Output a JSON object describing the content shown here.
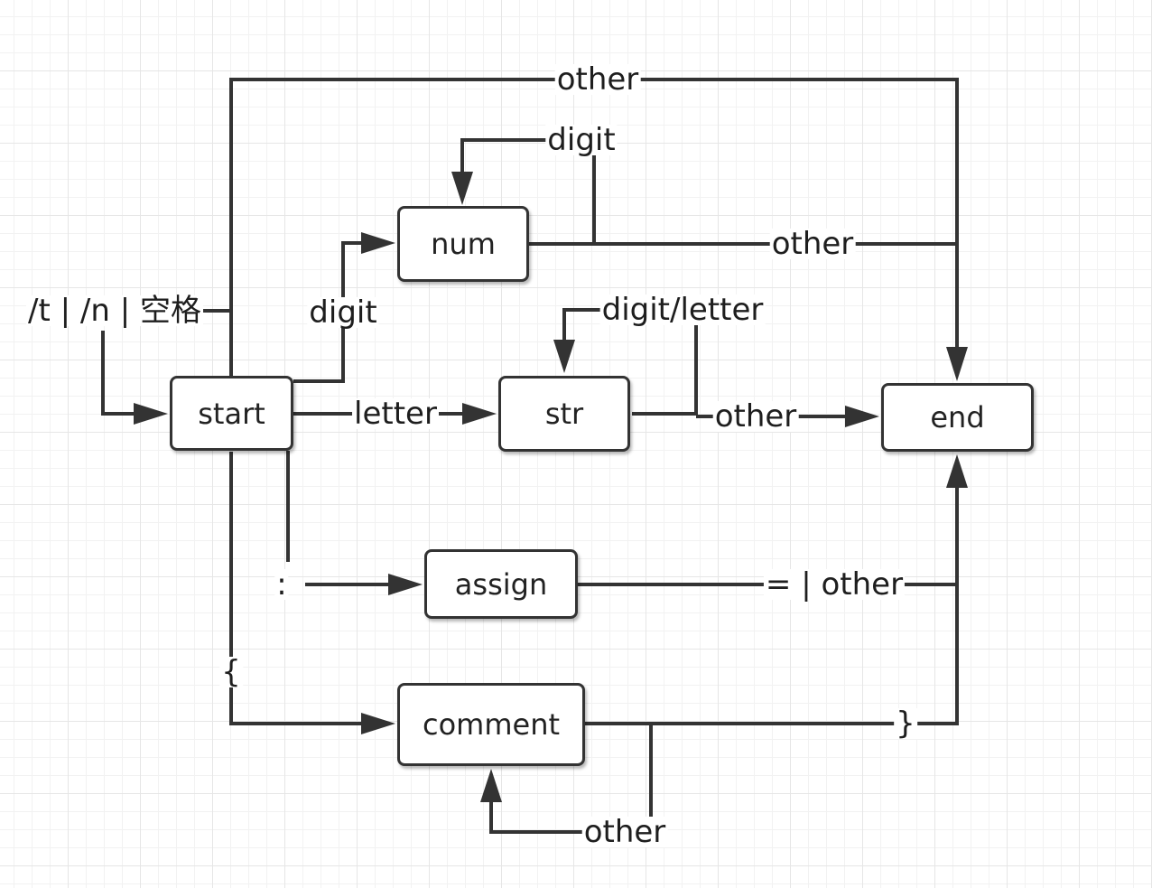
{
  "nodes": {
    "start": "start",
    "num": "num",
    "str": "str",
    "end": "end",
    "assign": "assign",
    "comment": "comment"
  },
  "edge_labels": {
    "top_other": "other",
    "num_loop_digit": "digit",
    "num_other": "other",
    "whitespace": "/t | /n | 空格",
    "start_digit": "digit",
    "str_loop": "digit/letter",
    "start_letter": "letter",
    "str_other": "other",
    "colon": ":",
    "assign_out": "= | other",
    "open_brace": "{",
    "close_brace": "}",
    "comment_loop_other": "other"
  },
  "colors": {
    "stroke": "#333333",
    "grid": "#e6e6e6"
  }
}
